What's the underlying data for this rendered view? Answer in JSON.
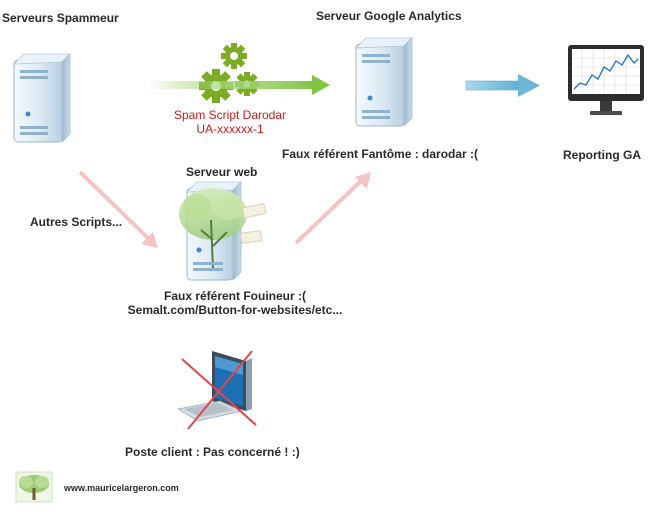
{
  "nodes": {
    "spammer": {
      "label": "Serveurs Spammeur"
    },
    "ga": {
      "label": "Serveur Google Analytics"
    },
    "reporting": {
      "label": "Reporting GA"
    },
    "webserver": {
      "label": "Serveur web"
    },
    "client": {
      "label": "Poste client : Pas concerné ! :)"
    }
  },
  "edges": {
    "spam_script": {
      "line1": "Spam Script Darodar",
      "line2": "UA-xxxxxx-1"
    },
    "ghost_referrer": {
      "label": "Faux référent Fantôme : darodar :("
    },
    "other_scripts": {
      "label": "Autres Scripts..."
    },
    "crawler_referrer": {
      "line1": "Faux référent Fouineur :(",
      "line2": "Semalt.com/Button-for-websites/etc..."
    }
  },
  "footer": {
    "site": "www.mauricelargeron.com"
  },
  "colors": {
    "server_body": "#dbe9f3",
    "server_accent": "#3f89c4",
    "gear": "#7cab24",
    "spam_text": "#cc1b1b",
    "green_arrow": "#7fc542",
    "blue_arrow": "#7ec2dd",
    "pink_arrow": "#f4c4c4"
  }
}
